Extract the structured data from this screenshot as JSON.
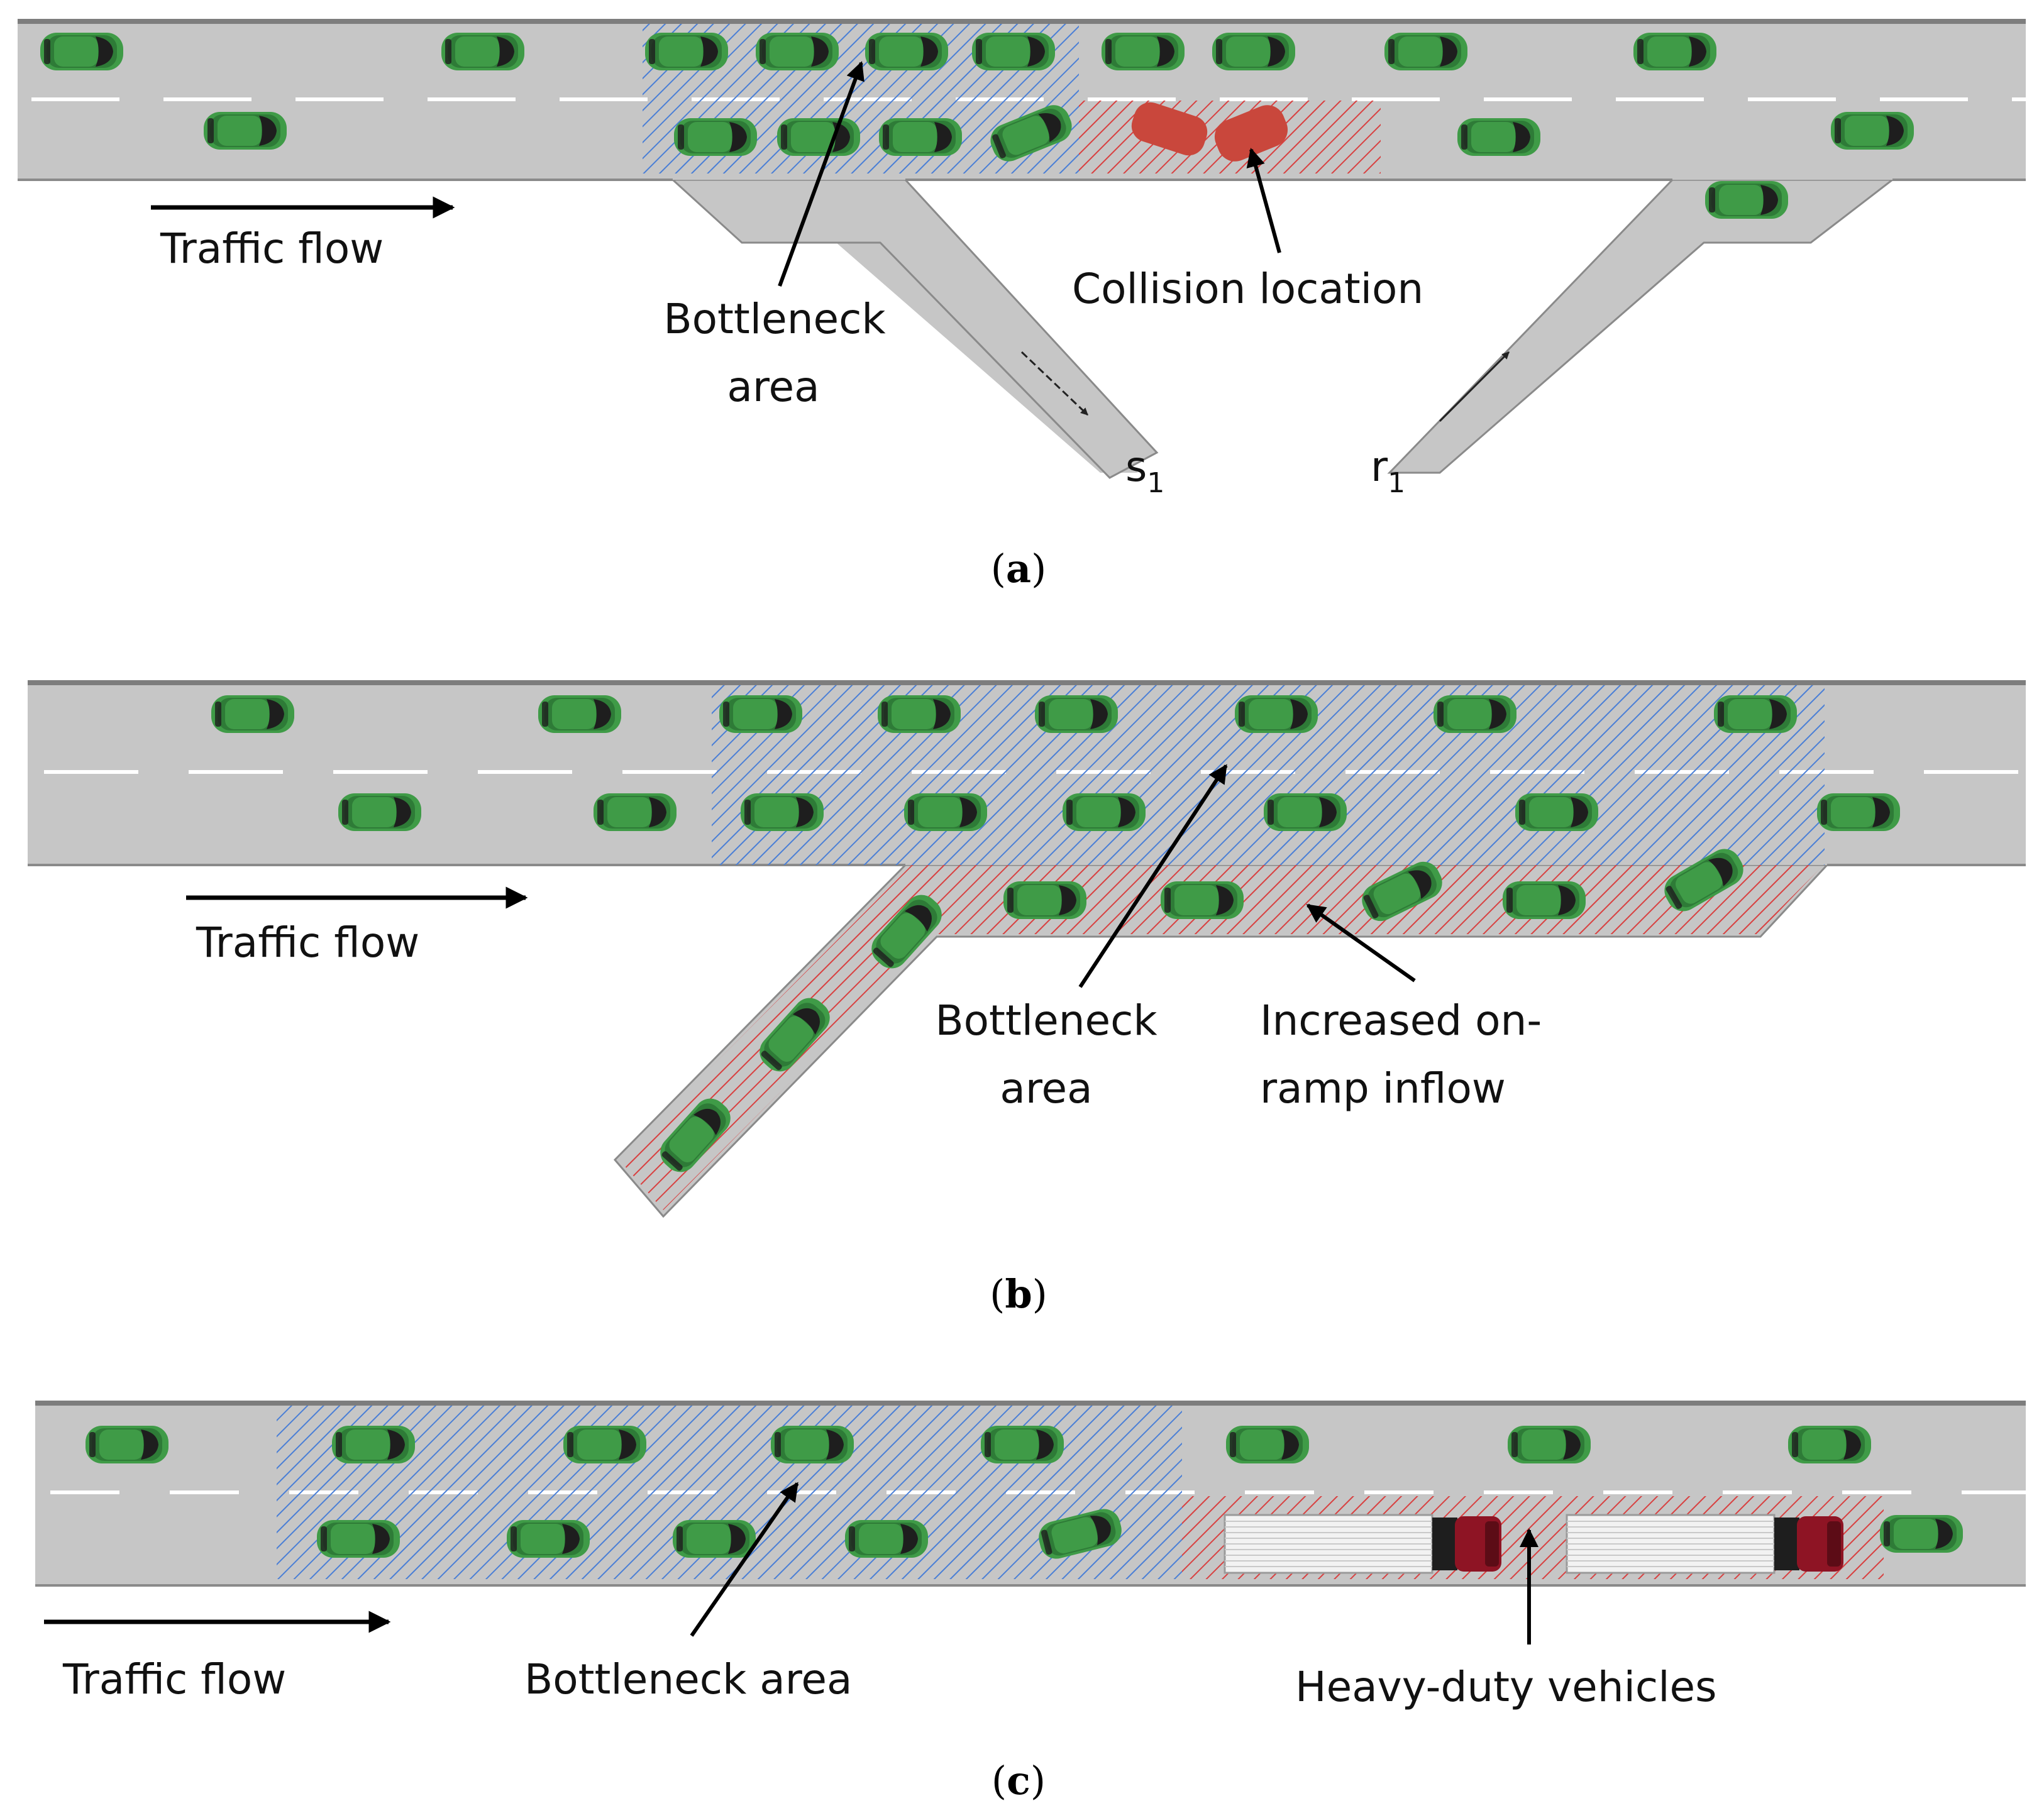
{
  "colors": {
    "road": "#c6c6c6",
    "road_edge": "#7d7d7d",
    "lane_mark": "#ffffff",
    "car_body": "#3f9b47",
    "car_dark": "#2e7b37",
    "windshield": "#1e1e1e",
    "bottleneck_hatch": "#4a7fd6",
    "incident_hatch": "#d84040",
    "collision_car": "#c9473c",
    "truck_cab": "#8e1424",
    "trailer": "#f2f2f2",
    "arrow": "#000000"
  },
  "panel_a": {
    "traffic_flow": "Traffic flow",
    "bottleneck_line1": "Bottleneck",
    "bottleneck_line2": "area",
    "collision": "Collision location",
    "offramp": "s",
    "offramp_sub": "1",
    "onramp": "r",
    "onramp_sub": "1",
    "caption_letter": "a"
  },
  "panel_b": {
    "traffic_flow": "Traffic flow",
    "bottleneck_line1": "Bottleneck",
    "bottleneck_line2": "area",
    "inflow_line1": "Increased on-",
    "inflow_line2": "ramp inflow",
    "caption_letter": "b"
  },
  "panel_c": {
    "traffic_flow": "Traffic flow",
    "bottleneck": "Bottleneck area",
    "heavy": "Heavy-duty vehicles",
    "caption_letter": "c"
  },
  "icons": [
    "car-icon",
    "truck-icon",
    "arrow-icon"
  ]
}
